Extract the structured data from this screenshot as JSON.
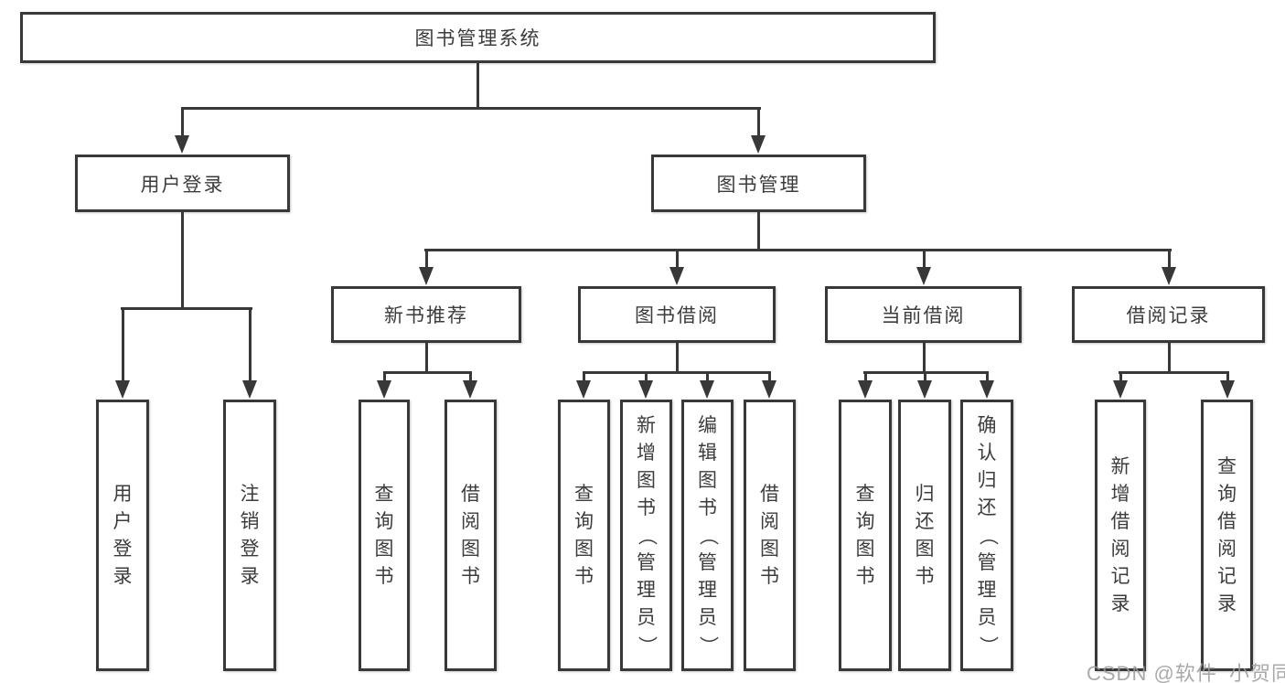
{
  "title": "图书管理系统",
  "watermark": "CSDN @软件_小贺同学",
  "colors": {
    "line": "#383838",
    "text": "#3c3c3c",
    "watermark": "#9b9b9b",
    "background": "#ffffff"
  },
  "tree": {
    "id": "library-system",
    "label": "图书管理系统",
    "children": [
      {
        "id": "user-login",
        "label": "用户登录",
        "children": [
          {
            "id": "col-user-login",
            "label": "用户登录",
            "vertical": true
          },
          {
            "id": "col-logout-login",
            "label": "注销登录",
            "vertical": true
          }
        ]
      },
      {
        "id": "book-management",
        "label": "图书管理",
        "children": [
          {
            "id": "new-book-recommend",
            "label": "新书推荐",
            "children": [
              {
                "id": "col-query-books-1",
                "label": "查询图书",
                "vertical": true
              },
              {
                "id": "col-borrow-books-1",
                "label": "借阅图书",
                "vertical": true
              }
            ]
          },
          {
            "id": "book-borrowing",
            "label": "图书借阅",
            "children": [
              {
                "id": "col-query-books-2",
                "label": "查询图书",
                "vertical": true
              },
              {
                "id": "col-add-book-admin",
                "label": "新增图书（管理员）",
                "vertical": true
              },
              {
                "id": "col-edit-book-admin",
                "label": "编辑图书（管理员）",
                "vertical": true
              },
              {
                "id": "col-borrow-books-2",
                "label": "借阅图书",
                "vertical": true
              }
            ]
          },
          {
            "id": "current-borrowing",
            "label": "当前借阅",
            "children": [
              {
                "id": "col-query-books-3",
                "label": "查询图书",
                "vertical": true
              },
              {
                "id": "col-return-books",
                "label": "归还图书",
                "vertical": true
              },
              {
                "id": "col-confirm-return-admin",
                "label": "确认归还（管理员）",
                "vertical": true
              }
            ]
          },
          {
            "id": "borrowing-records",
            "label": "借阅记录",
            "children": [
              {
                "id": "col-add-borrow-record",
                "label": "新增借阅记录",
                "vertical": true
              },
              {
                "id": "col-query-borrow-record",
                "label": "查询借阅记录",
                "vertical": true
              }
            ]
          }
        ]
      }
    ]
  }
}
